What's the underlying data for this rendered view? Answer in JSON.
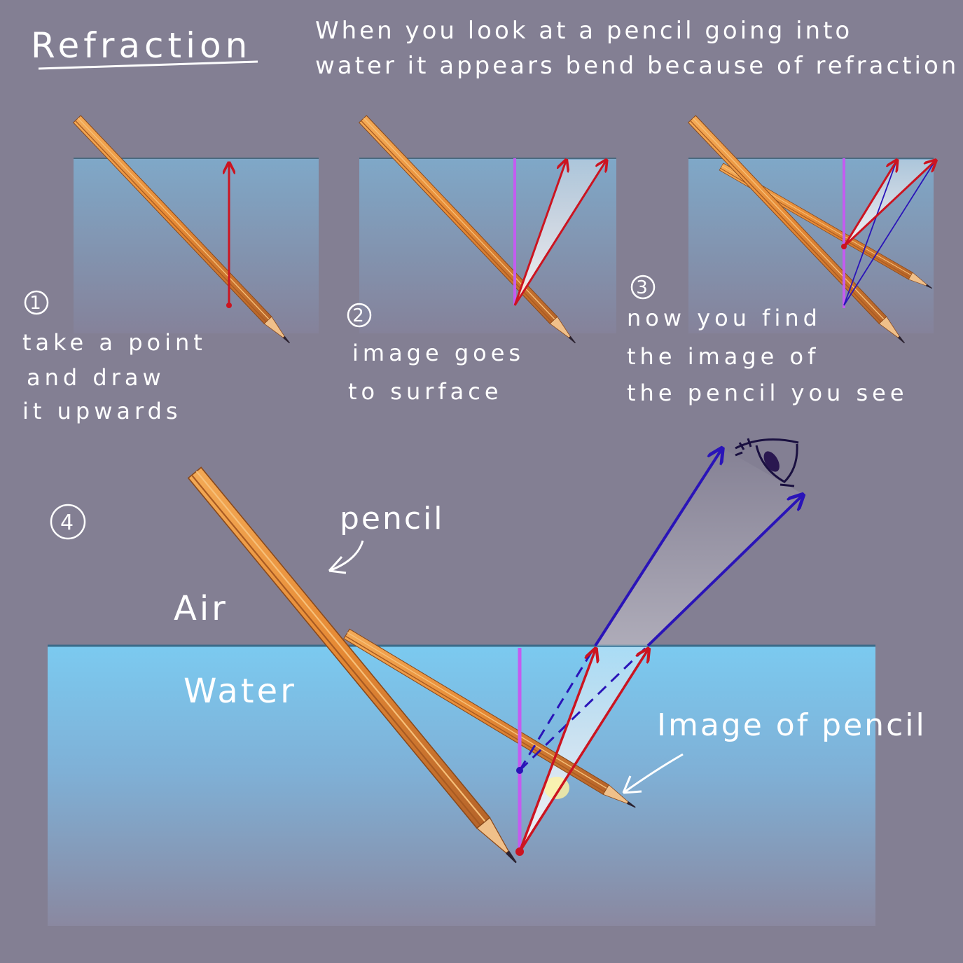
{
  "title": "Refraction",
  "intro": {
    "line1": "When you look at a pencil going into",
    "line2": "water it appears bend because of refraction"
  },
  "steps": [
    {
      "number": "1",
      "lines": [
        "take a point",
        "and draw",
        "it upwards"
      ]
    },
    {
      "number": "2",
      "lines": [
        "image goes",
        "to surface"
      ]
    },
    {
      "number": "3",
      "lines": [
        "now you find",
        "the image of",
        "the pencil you see"
      ]
    },
    {
      "number": "4"
    }
  ],
  "labels": {
    "pencil": "pencil",
    "air": "Air",
    "water": "Water",
    "image_of_pencil": "Image of pencil"
  },
  "colors": {
    "background": "#837f93",
    "water_top": "#7bcaf0",
    "water_bottom": "#8a88a0",
    "pencil_wood": "#e8943f",
    "pencil_dark": "#b9672a",
    "ray_red": "#cc1420",
    "ray_blue": "#2a14b8",
    "normal_purple": "#c45cf0"
  },
  "icons": [
    "eye-icon",
    "arrow-pointer-icon"
  ]
}
